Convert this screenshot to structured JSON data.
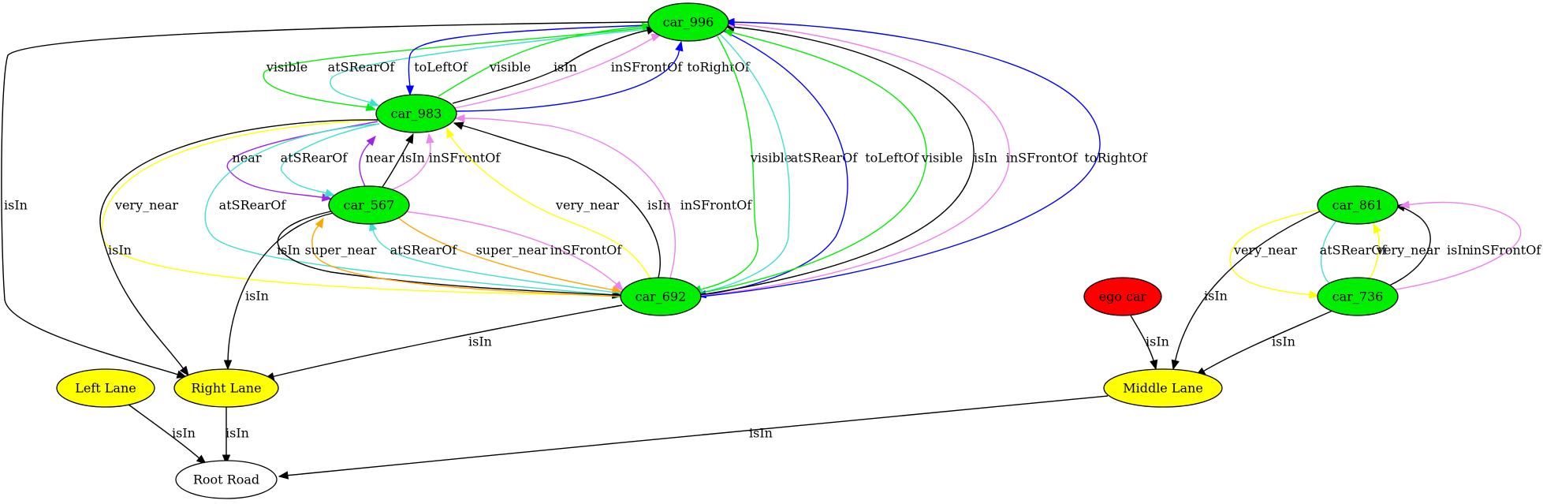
{
  "colors": {
    "car": "#00ee00",
    "lane": "#ffff00",
    "ego": "#ff0000",
    "road": "#ffffff",
    "black": "#000000",
    "green": "#00ee00",
    "cyan": "#40e0d0",
    "blue": "#0000ff",
    "violet": "#ee82ee",
    "purple": "#a020f0",
    "yellow": "#ffff00",
    "orange": "#ffa500"
  },
  "nodes": {
    "car_996": "car_996",
    "car_983": "car_983",
    "car_567": "car_567",
    "car_692": "car_692",
    "car_861": "car_861",
    "car_736": "car_736",
    "ego_car": "ego car",
    "left_lane": "Left Lane",
    "right_lane": "Right Lane",
    "middle_lane": "Middle Lane",
    "root_road": "Root Road"
  },
  "edges": [
    {
      "from": "car_996",
      "to": "car_983",
      "label": "visible",
      "color": "green"
    },
    {
      "from": "car_996",
      "to": "car_983",
      "label": "atSRearOf",
      "color": "cyan"
    },
    {
      "from": "car_996",
      "to": "car_983",
      "label": "toLeftOf",
      "color": "blue"
    },
    {
      "from": "car_983",
      "to": "car_996",
      "label": "visible",
      "color": "green"
    },
    {
      "from": "car_983",
      "to": "car_996",
      "label": "isIn",
      "color": "black"
    },
    {
      "from": "car_983",
      "to": "car_996",
      "label": "inSFrontOf",
      "color": "violet"
    },
    {
      "from": "car_983",
      "to": "car_996",
      "label": "toRightOf",
      "color": "blue"
    },
    {
      "from": "car_996",
      "to": "right_lane",
      "label": "isIn",
      "color": "black"
    },
    {
      "from": "car_996",
      "to": "car_692",
      "label": "visible",
      "color": "green"
    },
    {
      "from": "car_996",
      "to": "car_692",
      "label": "atSRearOf",
      "color": "cyan"
    },
    {
      "from": "car_996",
      "to": "car_692",
      "label": "toLeftOf",
      "color": "blue"
    },
    {
      "from": "car_692",
      "to": "car_996",
      "label": "visible",
      "color": "green"
    },
    {
      "from": "car_692",
      "to": "car_996",
      "label": "isIn",
      "color": "black"
    },
    {
      "from": "car_692",
      "to": "car_996",
      "label": "inSFrontOf",
      "color": "violet"
    },
    {
      "from": "car_692",
      "to": "car_996",
      "label": "toRightOf",
      "color": "blue"
    },
    {
      "from": "car_983",
      "to": "car_567",
      "label": "near",
      "color": "purple"
    },
    {
      "from": "car_983",
      "to": "car_567",
      "label": "atSRearOf",
      "color": "cyan"
    },
    {
      "from": "car_567",
      "to": "car_983",
      "label": "near",
      "color": "purple"
    },
    {
      "from": "car_567",
      "to": "car_983",
      "label": "isIn",
      "color": "black"
    },
    {
      "from": "car_567",
      "to": "car_983",
      "label": "inSFrontOf",
      "color": "violet"
    },
    {
      "from": "car_983",
      "to": "car_692",
      "label": "very_near",
      "color": "yellow"
    },
    {
      "from": "car_983",
      "to": "car_692",
      "label": "atSRearOf",
      "color": "cyan"
    },
    {
      "from": "car_983",
      "to": "right_lane",
      "label": "isIn",
      "color": "black"
    },
    {
      "from": "car_692",
      "to": "car_983",
      "label": "very_near",
      "color": "yellow"
    },
    {
      "from": "car_692",
      "to": "car_983",
      "label": "isIn",
      "color": "black"
    },
    {
      "from": "car_692",
      "to": "car_983",
      "label": "inSFrontOf",
      "color": "violet"
    },
    {
      "from": "car_567",
      "to": "car_692",
      "label": "isIn",
      "color": "black"
    },
    {
      "from": "car_567",
      "to": "car_692",
      "label": "super_near",
      "color": "orange"
    },
    {
      "from": "car_567",
      "to": "car_692",
      "label": "inSFrontOf",
      "color": "violet"
    },
    {
      "from": "car_692",
      "to": "car_567",
      "label": "super_near",
      "color": "orange"
    },
    {
      "from": "car_692",
      "to": "car_567",
      "label": "atSRearOf",
      "color": "cyan"
    },
    {
      "from": "car_567",
      "to": "right_lane",
      "label": "isIn",
      "color": "black"
    },
    {
      "from": "car_692",
      "to": "right_lane",
      "label": "isIn",
      "color": "black"
    },
    {
      "from": "car_861",
      "to": "car_736",
      "label": "very_near",
      "color": "yellow"
    },
    {
      "from": "car_861",
      "to": "car_736",
      "label": "atSRearOf",
      "color": "cyan"
    },
    {
      "from": "car_736",
      "to": "car_861",
      "label": "very_near",
      "color": "yellow"
    },
    {
      "from": "car_736",
      "to": "car_861",
      "label": "isIn",
      "color": "black"
    },
    {
      "from": "car_736",
      "to": "car_861",
      "label": "inSFrontOf",
      "color": "violet"
    },
    {
      "from": "car_861",
      "to": "middle_lane",
      "label": "isIn",
      "color": "black"
    },
    {
      "from": "car_736",
      "to": "middle_lane",
      "label": "isIn",
      "color": "black"
    },
    {
      "from": "ego_car",
      "to": "middle_lane",
      "label": "isIn",
      "color": "black"
    },
    {
      "from": "left_lane",
      "to": "root_road",
      "label": "isIn",
      "color": "black"
    },
    {
      "from": "right_lane",
      "to": "root_road",
      "label": "isIn",
      "color": "black"
    },
    {
      "from": "middle_lane",
      "to": "root_road",
      "label": "isIn",
      "color": "black"
    }
  ]
}
